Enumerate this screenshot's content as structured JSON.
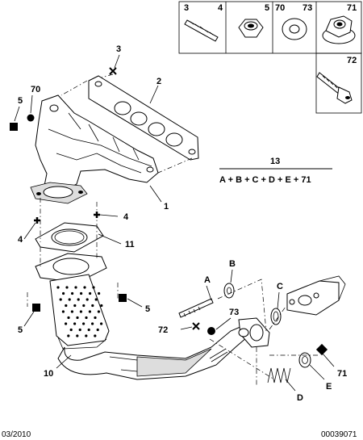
{
  "inset_labels": {
    "top": [
      "3",
      "4",
      "5",
      "70",
      "73",
      "71"
    ],
    "bottom": "72"
  },
  "callouts": {
    "c1": "1",
    "c2": "2",
    "c3": "3",
    "c4a": "4",
    "c4b": "4",
    "c5a": "5",
    "c5b": "5",
    "c5c": "5",
    "c10": "10",
    "c11": "11",
    "c70": "70",
    "c71": "71",
    "c72": "72",
    "c73": "73",
    "cA": "A",
    "cB": "B",
    "cC": "C",
    "cD": "D",
    "cE": "E"
  },
  "formula": {
    "number": "13",
    "text": "A + B + C + D + E + 71"
  },
  "footer": {
    "date": "03/2010",
    "ref": "00039071"
  }
}
